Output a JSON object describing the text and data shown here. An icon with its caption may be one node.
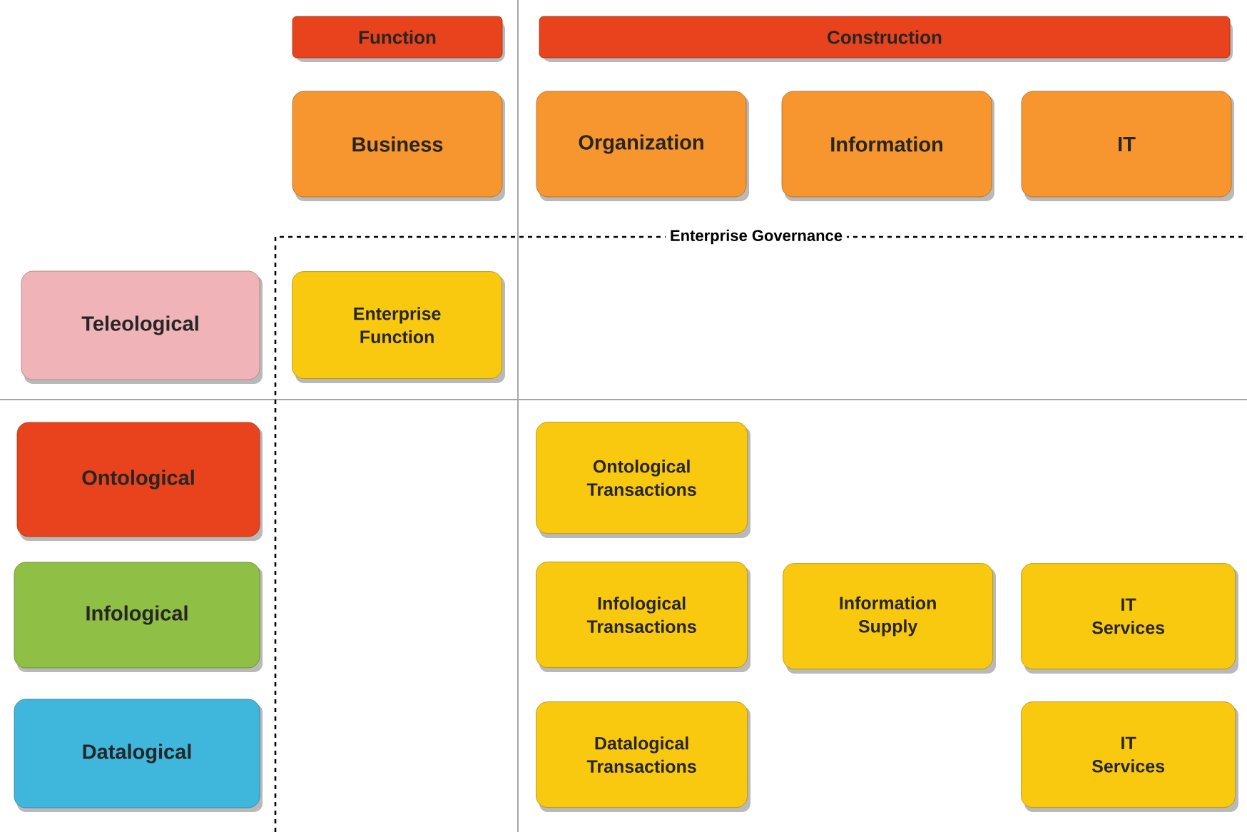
{
  "diagram": {
    "nodes": [
      {
        "text": [
          "Function"
        ]
      },
      {
        "text": [
          "Construction"
        ]
      },
      {
        "text": [
          "Business"
        ]
      },
      {
        "text": [
          "Organization"
        ]
      },
      {
        "text": [
          "Information"
        ]
      },
      {
        "text": [
          "IT"
        ]
      },
      {
        "text": [
          "Enterprise Governance"
        ]
      },
      {
        "text": [
          "Teleological"
        ]
      },
      {
        "text": [
          "Enterprise Function"
        ],
        "in": 6
      },
      {
        "text": [
          "Ontological"
        ]
      },
      {
        "text": [
          "Ontological Transactions"
        ],
        "in": 6
      },
      {
        "text": [
          "Infological"
        ]
      },
      {
        "text": [
          "Infological Transactions"
        ],
        "in": 6
      },
      {
        "text": [
          "Information Supply"
        ],
        "in": 6
      },
      {
        "text": [
          "IT Services"
        ],
        "in": 6
      },
      {
        "text": [
          "Datalogical"
        ]
      },
      {
        "text": [
          "Datalogical Transactions"
        ],
        "in": 6
      },
      {
        "text": [
          "IT Services"
        ],
        "in": 6
      }
    ]
  }
}
